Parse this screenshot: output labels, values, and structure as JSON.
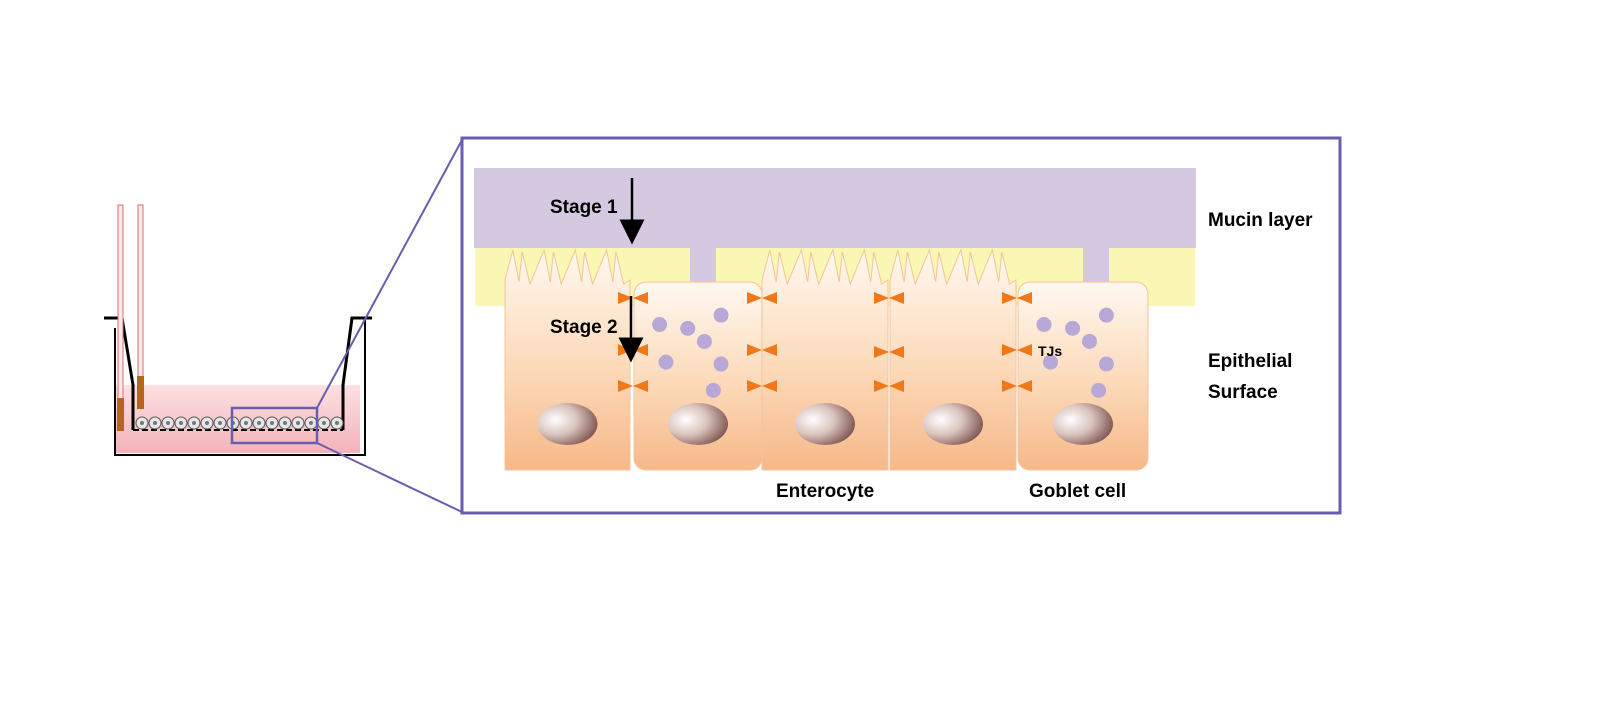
{
  "labels": {
    "stage1": "Stage 1",
    "stage2": "Stage 2",
    "mucin_layer": "Mucin layer",
    "epithelial_line1": "Epithelial",
    "epithelial_line2": "Surface",
    "tjs": "TJs",
    "enterocyte": "Enterocyte",
    "goblet_cell": "Goblet cell"
  },
  "colors": {
    "frame": "#6a5db0",
    "mucin": "#d4c9e0",
    "glycocalyx": "#faf7b4",
    "cell_top": "#fff6ec",
    "cell_bottom": "#f7bf8f",
    "tight_junction": "#f07818",
    "granule": "#b8a8d8",
    "medium": "#f8c7cc",
    "electrode": "#b5651d"
  },
  "cells": [
    {
      "type": "enterocyte",
      "microvilli": true
    },
    {
      "type": "goblet",
      "granules": 7
    },
    {
      "type": "enterocyte",
      "microvilli": true
    },
    {
      "type": "enterocyte",
      "microvilli": true
    },
    {
      "type": "goblet",
      "granules": 7
    }
  ]
}
